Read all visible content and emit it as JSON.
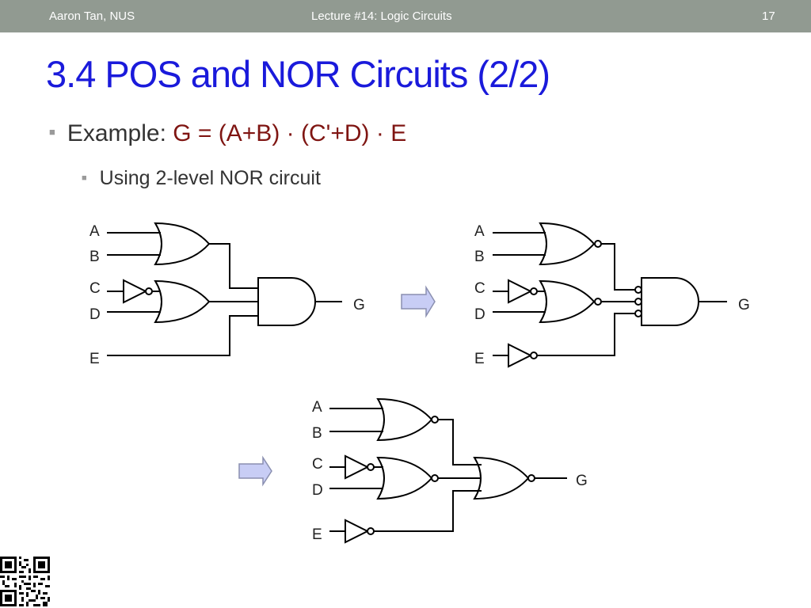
{
  "header": {
    "author": "Aaron Tan, NUS",
    "lecture": "Lecture #14: Logic Circuits",
    "slide_number": "17",
    "bg_color": "#919a91"
  },
  "title": "3.4 POS and NOR Circuits (2/2)",
  "title_color": "#1a1adb",
  "bullets": {
    "example_label": "Example:",
    "formula": "G = (A+B) · (C'+D) · E",
    "formula_color": "#7f1512",
    "sub": "Using 2-level NOR circuit"
  },
  "diagrams": {
    "labels": {
      "a": "A",
      "b": "B",
      "c": "C",
      "d": "D",
      "e": "E",
      "g": "G"
    },
    "arrow_color": "#c8cdf5"
  },
  "icons": {
    "qr": "qr-code-icon"
  }
}
